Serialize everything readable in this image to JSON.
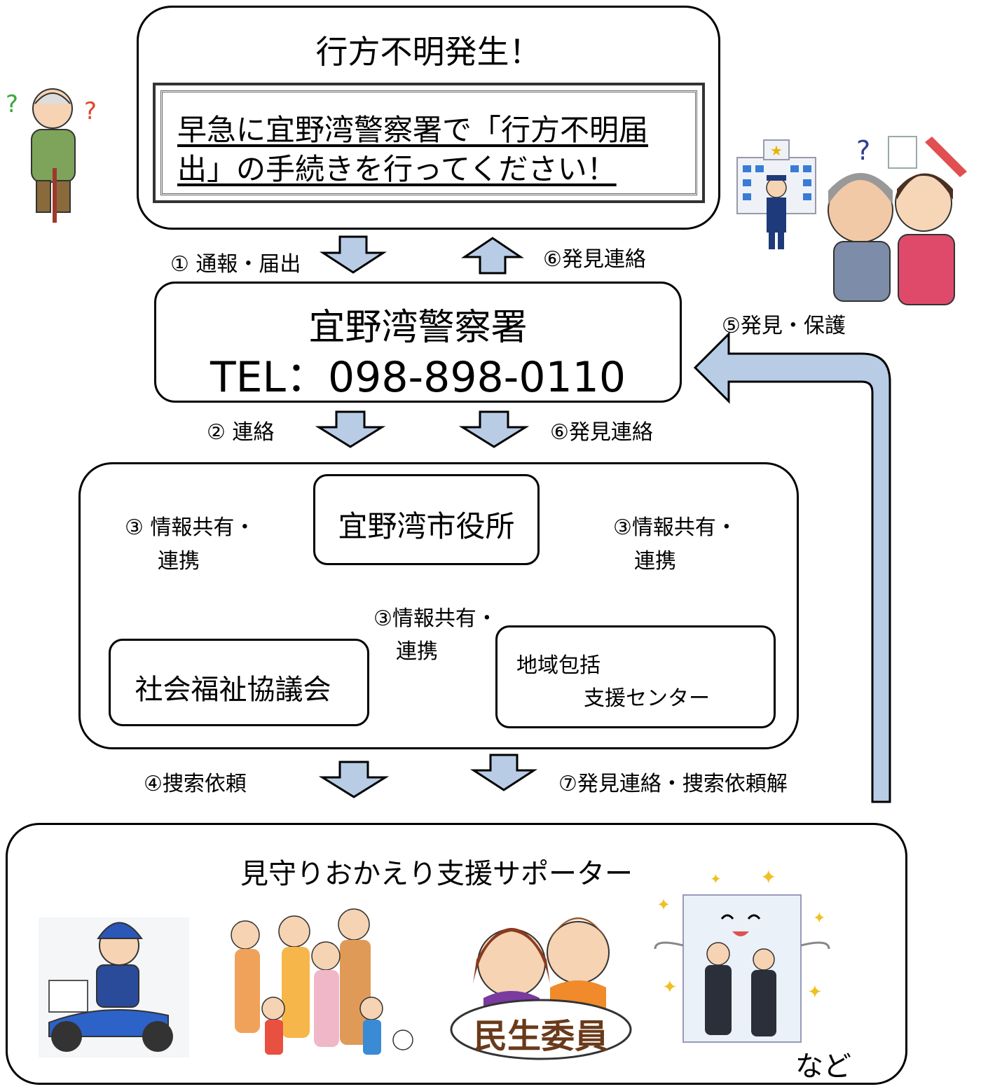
{
  "top_box": {
    "title": "行方不明発生！",
    "notice_line1": "早急に宜野湾警察署で「行方不明届",
    "notice_line2": "出」の手続きを行ってください！"
  },
  "police_box": {
    "name": "宜野湾警察署",
    "tel": "TEL：098-898-0110"
  },
  "arrows": {
    "report": "① 通報・届出",
    "found_contact_top": "⑥発見連絡",
    "contact": "② 連絡",
    "found_contact_mid": "⑥発見連絡",
    "found_protect": "⑤発見・保護",
    "search_request": "④捜索依頼",
    "found_cancel": "⑦発見連絡・捜索依頼解"
  },
  "partners": {
    "city_hall": "宜野湾市役所",
    "social_welfare": "社会福祉協議会",
    "center_line1": "地域包括",
    "center_line2": "支援センター",
    "share_left_1": "③ 情報共有・",
    "share_left_2": "連携",
    "share_right_1": "③情報共有・",
    "share_right_2": "連携",
    "share_mid_1": "③情報共有・",
    "share_mid_2": "連携"
  },
  "supporters": {
    "title": "見守りおかえり支援サポーター",
    "badge": "民生委員",
    "etc": "など"
  },
  "colors": {
    "arrow_fill": "#b9cce6",
    "arrow_stroke": "#000000"
  },
  "icons": [
    "confused-elderly-man-icon",
    "police-station-icon",
    "caregiver-with-elderly-icon",
    "delivery-scooter-icon",
    "family-group-icon",
    "welfare-commissioner-couple-icon",
    "company-building-icon"
  ]
}
